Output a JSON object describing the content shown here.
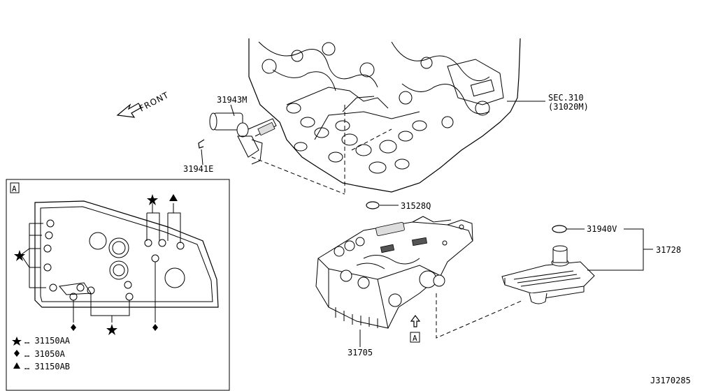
{
  "front_label": "FRONT",
  "section_ref": "SEC.310",
  "section_sub": "(31020M)",
  "parts": {
    "p31943M": "31943M",
    "p31941E": "31941E",
    "p31528Q": "31528Q",
    "p31940V": "31940V",
    "p31728": "31728",
    "p31705": "31705"
  },
  "view_marker": "A",
  "legend": {
    "star": "… 31150AA",
    "diamond": "… 31050A",
    "triangle": "… 31150AB"
  },
  "diagram_code": "J3170285"
}
